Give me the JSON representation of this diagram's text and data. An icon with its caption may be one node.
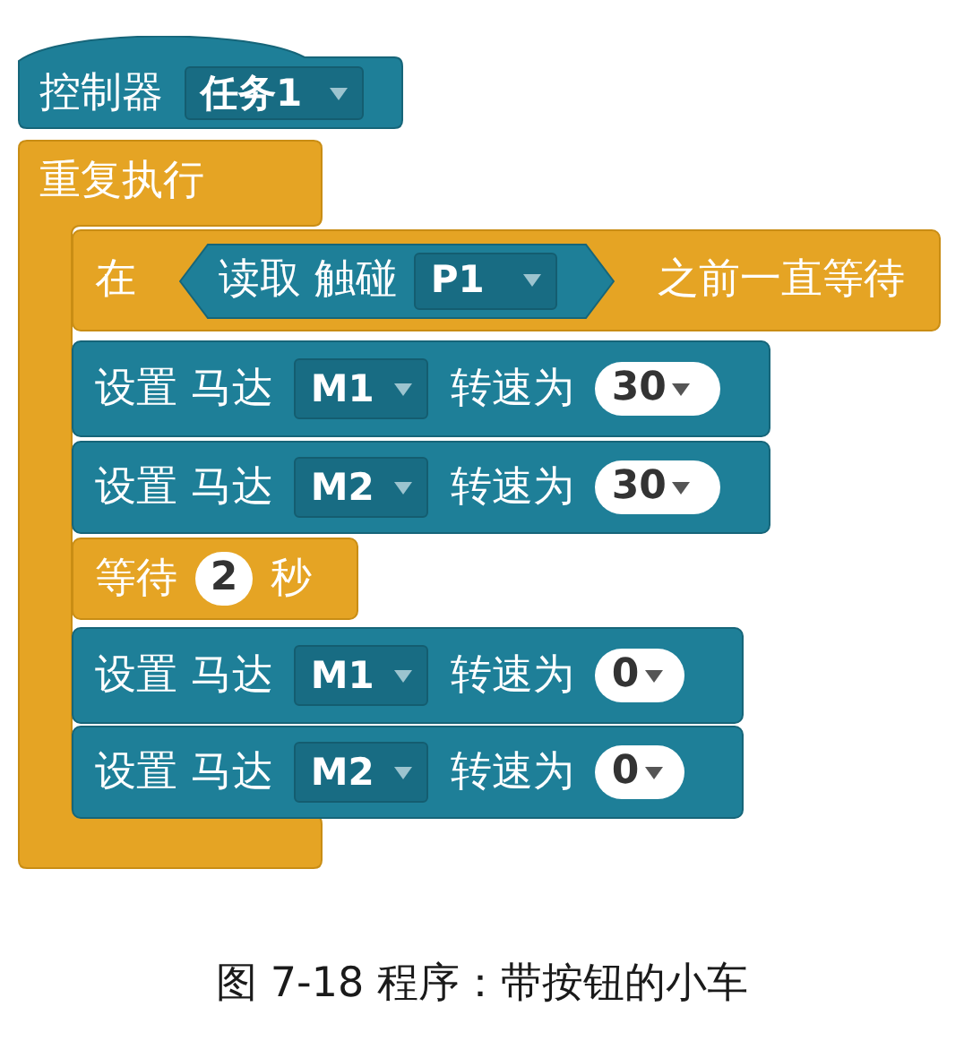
{
  "diagram": {
    "caption": "图 7-18 程序：带按钮的小车",
    "nodes": [
      {
        "text": [
          "控制器"
        ]
      },
      {
        "text": [
          "任务1"
        ],
        "in": 0
      },
      {
        "text": [
          "重复执行"
        ]
      },
      {
        "text": [
          "在",
          "之前一直等待"
        ]
      },
      {
        "text": [
          "读取 触碰"
        ],
        "in": 3
      },
      {
        "text": [
          "P1"
        ],
        "in": 4
      },
      {
        "text": [
          "设置 马达",
          "转速为"
        ]
      },
      {
        "text": [
          "M1"
        ],
        "in": 6
      },
      {
        "text": [
          "30"
        ],
        "in": 6
      },
      {
        "text": [
          "设置 马达",
          "转速为"
        ]
      },
      {
        "text": [
          "M2"
        ],
        "in": 9
      },
      {
        "text": [
          "30"
        ],
        "in": 9
      },
      {
        "text": [
          "等待",
          "秒"
        ]
      },
      {
        "text": [
          "2"
        ],
        "in": 12
      },
      {
        "text": [
          "设置 马达",
          "转速为"
        ]
      },
      {
        "text": [
          "M1"
        ],
        "in": 14
      },
      {
        "text": [
          "0"
        ],
        "in": 14
      },
      {
        "text": [
          "设置 马达",
          "转速为"
        ]
      },
      {
        "text": [
          "M2"
        ],
        "in": 17
      },
      {
        "text": [
          "0"
        ],
        "in": 17
      }
    ]
  }
}
